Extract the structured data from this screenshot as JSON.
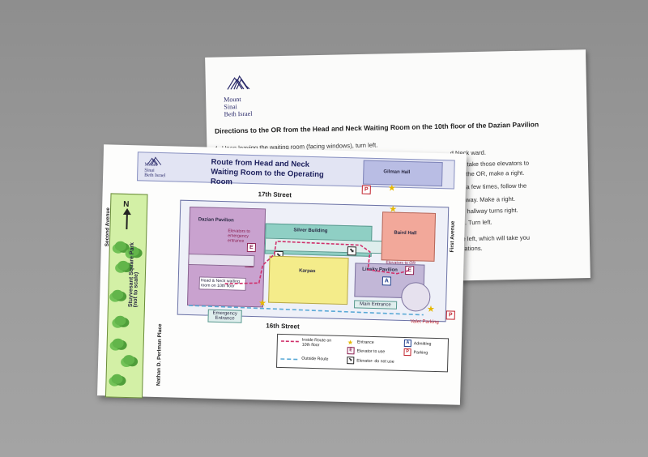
{
  "back_card": {
    "logo_line1": "Mount",
    "logo_line2": "Sinai",
    "logo_line3": "Beth Israel",
    "heading": "Directions to the OR from the Head and Neck Waiting Room on the 10th floor of the Dazian Pavilion",
    "steps": [
      "1. Upon leaving the waiting room (facing windows), turn left.",
      "d Neck ward.",
      "u can take those elevators to",
      "ue to the OR, make a right.",
      "turns a few times, follow the",
      "e hallway. Make a right.",
      ". The hallway turns right.",
      "ation. Turn left.",
      "o the left, which will take you",
      "operations."
    ]
  },
  "front_card": {
    "logo_line1": "Mount",
    "logo_line2": "Sinai",
    "logo_line3": "Beth Israel",
    "title_line1": "Route from Head and Neck",
    "title_line2": "Waiting Room to the Operating Room",
    "streets": {
      "north": "17th Street",
      "south": "16th Street",
      "west": "Second Avenue",
      "east": "First Avenue",
      "southwest": "Nathan D. Perlman Place"
    },
    "park_label_line1": "Stuyvesant Square Park",
    "park_label_line2": "(not to scale)",
    "compass": "N",
    "buildings": {
      "dazian": "Dazian Pavilion",
      "silver": "Silver Building",
      "gilman": "Gilman Hall",
      "baird": "Baird Hall",
      "linsky": "Linsky Pavilion",
      "karpas": "Karpas"
    },
    "notes": {
      "elevators_emergency": "Elevators to emergency entrance",
      "elevators_or": "Elevators to OR",
      "waiting_room": "Head & Neck waiting room on 10th floor"
    },
    "entrances": {
      "main": "Main Entrance",
      "emergency": "Emergency Entrance",
      "valet": "Valet Parking"
    },
    "legend": {
      "inside_route": "Inside Route on 10th floor",
      "outside_route": "Outside Route",
      "entrance": "Entrance",
      "elevator_use": "Elevator to use",
      "elevator_no": "Elevator- do not use",
      "admitting": "Admitting",
      "parking": "Parking"
    },
    "marker_letters": {
      "elevator": "E",
      "parking": "P",
      "admitting": "A"
    }
  },
  "colors": {
    "dazian": "#c9a2cf",
    "silver": "#8fcfc4",
    "gilman": "#b9bde4",
    "baird": "#f2a89a",
    "karpas": "#f4ec8a",
    "linsky": "#c2b7d7",
    "route_inside": "#d0306b",
    "route_outside": "#59a9d6",
    "park": "#d3f0a6"
  }
}
